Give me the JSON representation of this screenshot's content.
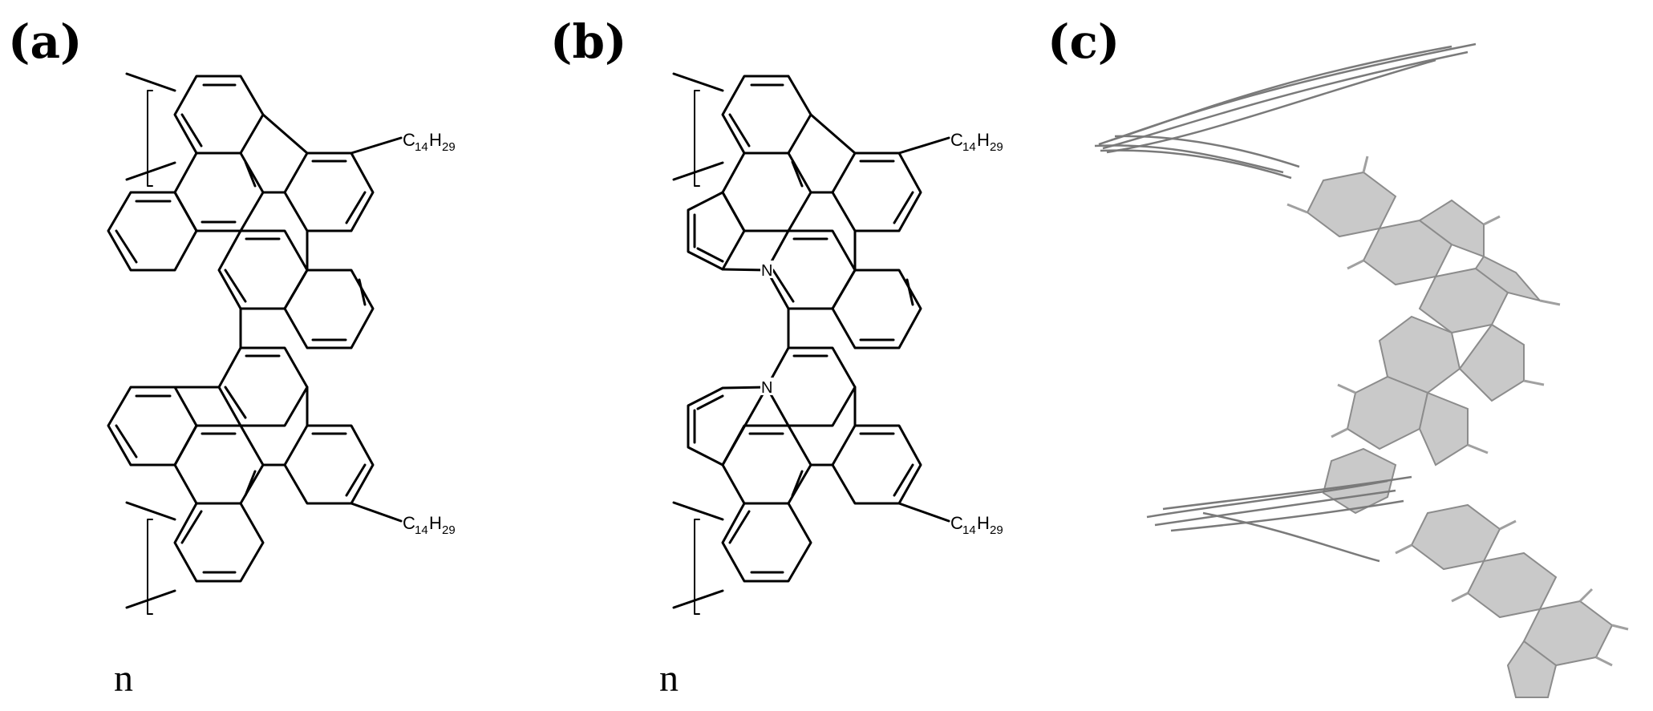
{
  "panels": [
    {
      "label": "(a)"
    },
    {
      "label": "(b)"
    },
    {
      "label": "(c)"
    }
  ],
  "polymer": {
    "repeat_index": "n",
    "substituent_main": "C",
    "substituent_sub1": "14",
    "substituent_mid": "H",
    "substituent_sub2": "29",
    "heteroatom": "N"
  }
}
